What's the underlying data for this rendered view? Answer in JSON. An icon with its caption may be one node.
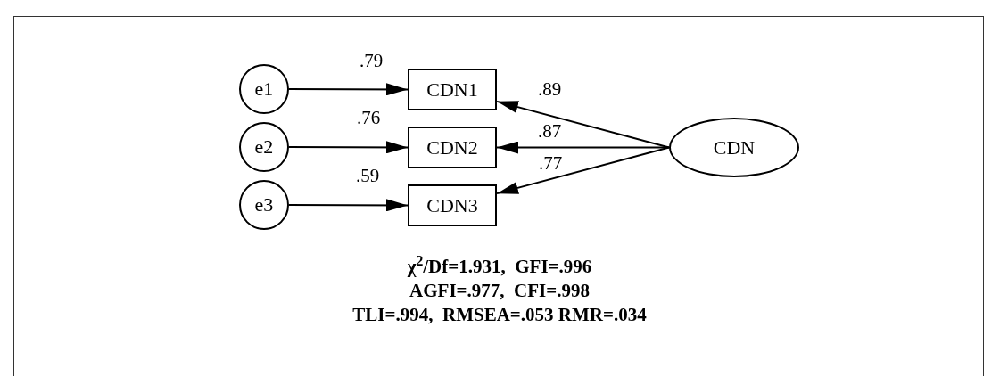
{
  "diagram": {
    "nodes": [
      {
        "text": [
          "e1"
        ]
      },
      {
        "text": [
          "e2"
        ]
      },
      {
        "text": [
          "e3"
        ]
      },
      {
        "text": [
          "CDN1"
        ]
      },
      {
        "text": [
          "CDN2"
        ]
      },
      {
        "text": [
          "CDN3"
        ]
      },
      {
        "text": [
          "CDN"
        ]
      }
    ],
    "edges": [
      {
        "from": 0,
        "to": 3,
        "arrow": "to",
        "label": ".79"
      },
      {
        "from": 1,
        "to": 4,
        "arrow": "to",
        "label": ".76"
      },
      {
        "from": 2,
        "to": 5,
        "arrow": "to",
        "label": ".59"
      },
      {
        "from": 6,
        "to": 3,
        "arrow": "to",
        "label": ".89"
      },
      {
        "from": 6,
        "to": 4,
        "arrow": "to",
        "label": ".87"
      },
      {
        "from": 6,
        "to": 5,
        "arrow": "to",
        "label": ".77"
      }
    ],
    "labels": [
      "χ$^{2}$/Df=1.931,  GFI=.996",
      "AGFI=.977,  CFI=.998",
      "TLI=.994,  RMSEA=.053 RMR=.034"
    ]
  }
}
